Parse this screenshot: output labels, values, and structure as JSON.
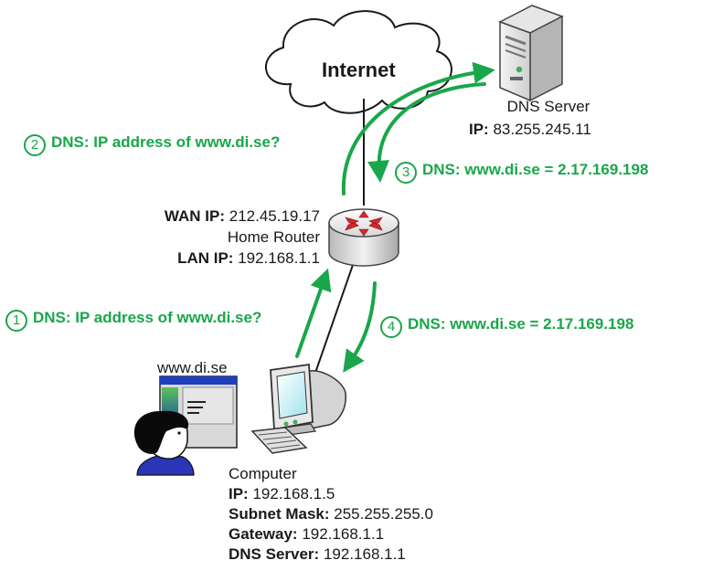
{
  "internet": {
    "label": "Internet"
  },
  "dns_server": {
    "name": "DNS Server",
    "ip_key": "IP:",
    "ip_value": "83.255.245.11"
  },
  "router": {
    "wan_key": "WAN IP:",
    "wan_value": "212.45.19.17",
    "name": "Home Router",
    "lan_key": "LAN IP:",
    "lan_value": "192.168.1.1"
  },
  "browser": {
    "title": "www.di.se"
  },
  "computer": {
    "name": "Computer",
    "ip_key": "IP:",
    "ip_value": "192.168.1.5",
    "mask_key": "Subnet Mask:",
    "mask_value": "255.255.255.0",
    "gateway_key": "Gateway:",
    "gateway_value": "192.168.1.1",
    "dns_key": "DNS Server:",
    "dns_value": "192.168.1.1"
  },
  "steps": [
    {
      "number": "1",
      "text": "DNS: IP address of www.di.se?"
    },
    {
      "number": "2",
      "text": "DNS: IP address of www.di.se?"
    },
    {
      "number": "3",
      "text": "DNS: www.di.se = 2.17.169.198"
    },
    {
      "number": "4",
      "text": "DNS: www.di.se = 2.17.169.198"
    }
  ],
  "colors": {
    "arrow": "#1aa64a",
    "router_red": "#d8262b",
    "screen_cyan": "#bfeff5"
  }
}
